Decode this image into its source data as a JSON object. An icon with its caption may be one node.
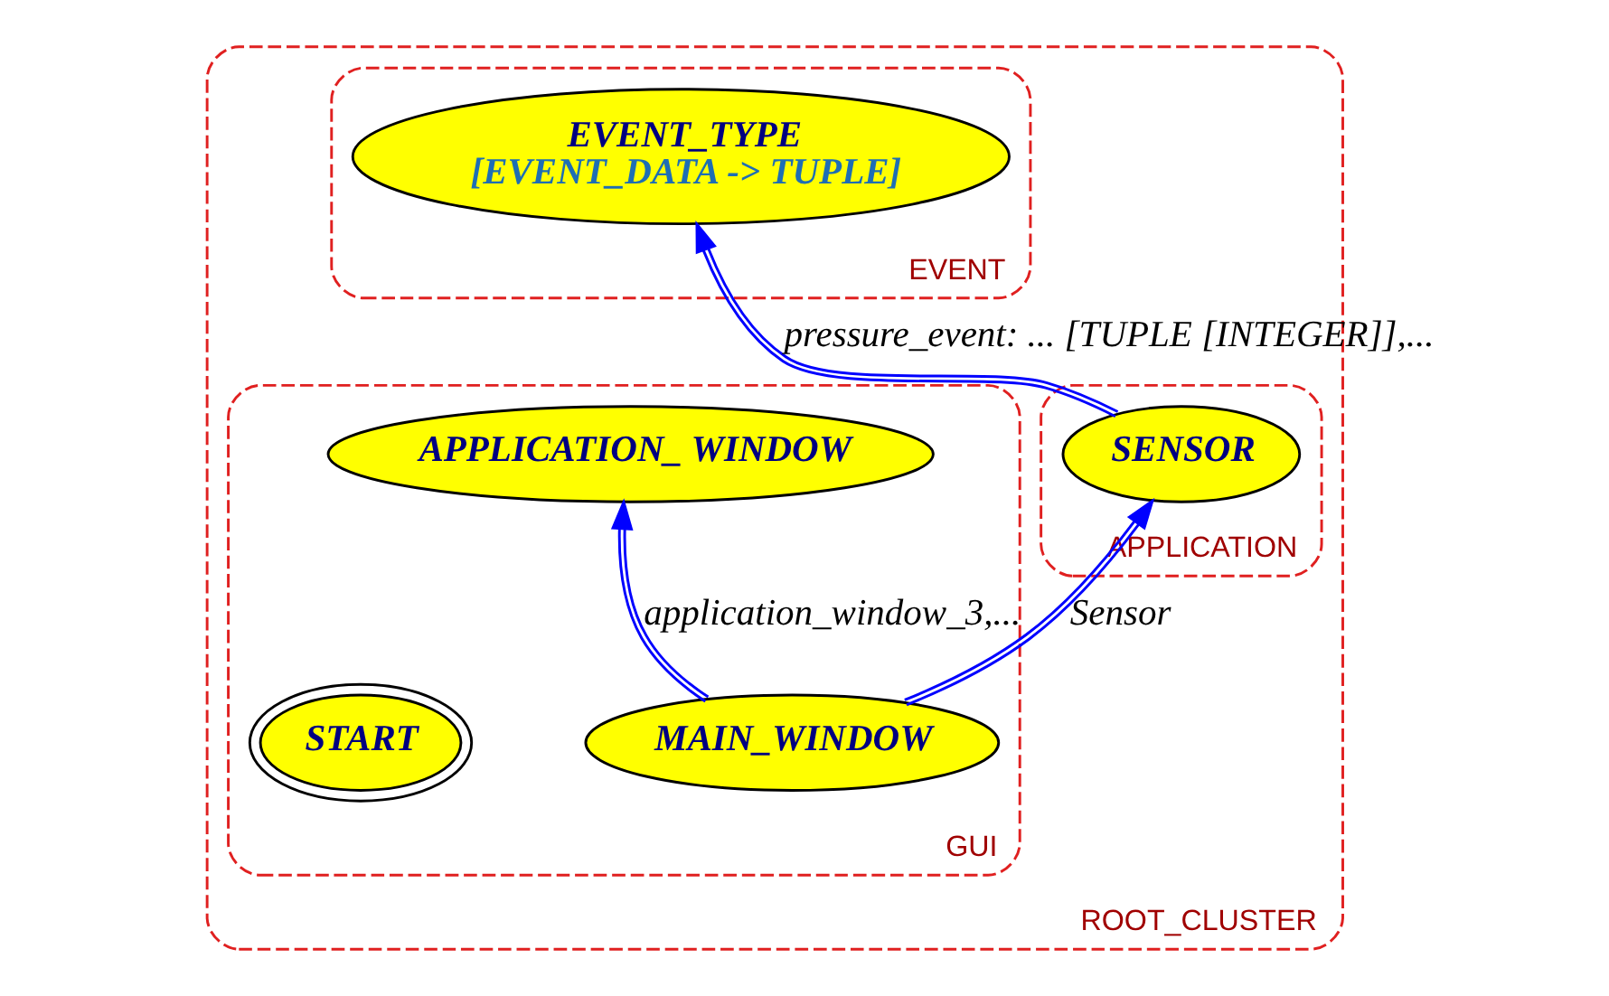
{
  "diagram": {
    "nodes": [
      {
        "text": [
          "ROOT_CLUSTER"
        ]
      },
      {
        "text": [
          "EVENT"
        ],
        "in": 0
      },
      {
        "text": [
          "EVENT_TYPE",
          "[EVENT_DATA -> TUPLE]"
        ],
        "in": 1
      },
      {
        "text": [
          "APPLICATION"
        ],
        "in": 0
      },
      {
        "text": [
          "SENSOR"
        ],
        "in": 3
      },
      {
        "text": [
          "GUI"
        ],
        "in": 0
      },
      {
        "text": [
          "MAIN_WINDOW"
        ],
        "in": 5
      },
      {
        "text": [
          "APPLICATION_ WINDOW"
        ],
        "in": 5
      },
      {
        "text": [
          "START"
        ],
        "in": 5
      }
    ],
    "edges": [
      {
        "from": 4,
        "to": 2,
        "arrow": "to",
        "label": "pressure_event: ... [TUPLE [INTEGER]],..."
      },
      {
        "from": 6,
        "to": 4,
        "arrow": "to",
        "label": "Sensor"
      },
      {
        "from": 6,
        "to": 7,
        "arrow": "to",
        "label": "application_window_3,..."
      }
    ]
  }
}
